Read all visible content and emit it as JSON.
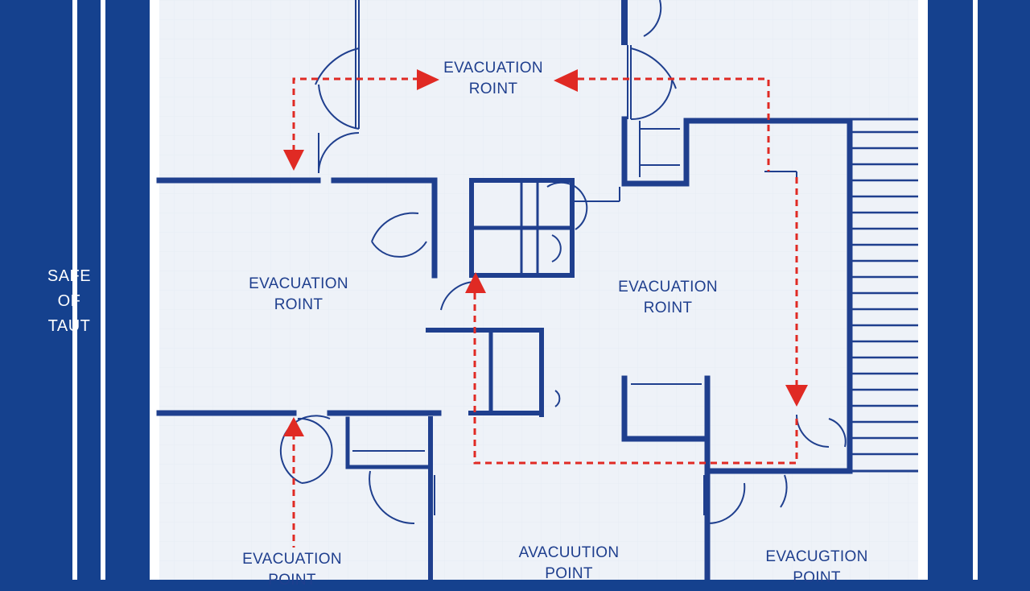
{
  "side_label": {
    "line1": "SAFE",
    "line2": "OF",
    "line3": "TAUT"
  },
  "points": {
    "top": {
      "line1": "EVACUATION",
      "line2": "ROINT"
    },
    "left": {
      "line1": "EVACUATION",
      "line2": "ROINT"
    },
    "center": {
      "line1": "EVACUATION",
      "line2": "ROINT"
    },
    "bottom_left": {
      "line1": "EVACUATION",
      "line2": "POINT"
    },
    "bottom_mid": {
      "line1": "AVACUUTION",
      "line2": "POINT"
    },
    "bottom_right": {
      "line1": "EVACUGTION",
      "line2": "POINT"
    }
  },
  "colors": {
    "border_blue": "#15418e",
    "wall_blue": "#1f3f8e",
    "plan_background": "#eef2f8",
    "route_red": "#e02a24",
    "stripe_white": "#ffffff"
  },
  "icons": [
    "arrow-down-icon",
    "arrow-up-icon",
    "arrow-right-icon",
    "arrow-left-icon",
    "door-swing-icon",
    "staircase-icon"
  ]
}
